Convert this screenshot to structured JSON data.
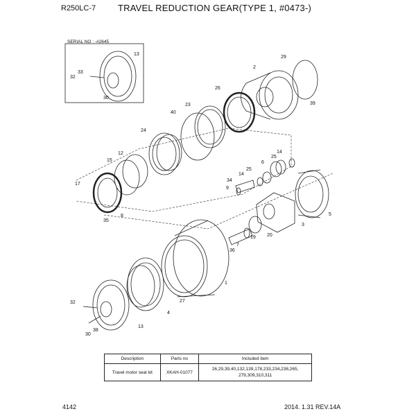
{
  "header": {
    "model": "R250LC-7",
    "title": "TRAVEL REDUCTION GEAR(TYPE 1, #0473-)"
  },
  "inset": {
    "serial_label": "SERIAL NO : -#2645"
  },
  "callouts": {
    "c13": "13",
    "c32": "32",
    "c33": "33",
    "c30": "30",
    "c29": "29",
    "c2": "2",
    "c39": "39",
    "c26": "26",
    "c23": "23",
    "c40": "40",
    "c24": "24",
    "c12": "12",
    "c15": "15",
    "c17": "17",
    "c8": "8",
    "c35": "35",
    "c14a": "14",
    "c25a": "25",
    "c6": "6",
    "c25b": "25",
    "c14b": "14",
    "c34": "34",
    "c9": "9",
    "c5": "5",
    "c3": "3",
    "c7": "7",
    "c36": "36",
    "c19": "19",
    "c20": "20",
    "c1": "1",
    "c27": "27",
    "c4": "4",
    "c32b": "32",
    "c38": "38",
    "c30b": "30",
    "c13b": "13"
  },
  "table": {
    "headers": [
      "Description",
      "Parts no",
      "Included item"
    ],
    "rows": [
      {
        "description": "Travel motor seal kit",
        "parts_no": "XKAH-01077",
        "included_line1": "26,29,39,40,132,139,178,233,234,238,265,",
        "included_line2": "279,309,310,311"
      }
    ]
  },
  "footer": {
    "page": "4142",
    "revision": "2014. 1.31  REV.14A"
  }
}
